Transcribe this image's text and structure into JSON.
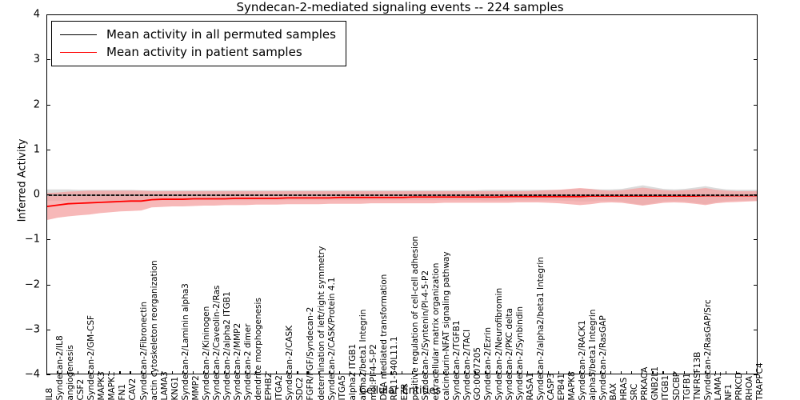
{
  "chart_data": {
    "type": "line",
    "title": "Syndecan-2-mediated signaling events -- 224 samples",
    "xlabel": "Cellular Entities",
    "ylabel": "Inferred Activity",
    "ylim": [
      -4,
      4
    ],
    "yticks": [
      "4",
      "3",
      "2",
      "1",
      "0",
      "-1",
      "-2",
      "-3",
      "-4"
    ],
    "grid": false,
    "legend_position": "upper left",
    "legend": [
      {
        "name": "Mean activity in all permuted samples",
        "color": "#000000"
      },
      {
        "name": "Mean activity in patient samples",
        "color": "#ff0000"
      }
    ],
    "band_colors": {
      "permuted": "#d9d9d9",
      "patient": "#f4a0a0"
    },
    "categories": [
      "IL8",
      "Syndecan-2/IL8",
      "angiogenesis",
      "CSF2",
      "Syndecan-2/GM-CSF",
      "MAPK3",
      "MAPK1",
      "FN1",
      "CAV2",
      "Syndecan-2/Fibronectin",
      "actin cytoskeleton reorganization",
      "LAMA3",
      "KNG1",
      "Syndecan-2/Laminin alpha3",
      "MMP2",
      "Syndecan-2/Kininogen",
      "Syndecan-2/Caveolin-2/Ras",
      "Syndecan-2/alpha2 ITGB1",
      "Syndecan-2/MMP2",
      "Syndecan-2 dimer",
      "dendrite morphogenesis",
      "EPHB2",
      "ITGA2",
      "Syndecan-2/CASK",
      "SDC2",
      "FGFR/FGF/Syndecan-2",
      "determination of left/right symmetry",
      "Syndecan-2/CASK/Protein 4.1",
      "ITGA5",
      "alpha2 ITGB1",
      "alpha2/beta1 Integrin",
      "mol:PI-4-5-P2",
      "DNA mediated transformation",
      "RP11-540L11.1",
      "EZR",
      "positive regulation of cell-cell adhesion",
      "Syndecan-2/Syntenin/PI-4-5-P2",
      "extracellular matrix organization",
      "calcineurin-NFAT signaling pathway",
      "Syndecan-2/TGFB1",
      "Syndecan-2/TACI",
      "GO:0007205",
      "Syndecan-2/Ezrin",
      "Syndecan-2/Neurofibromin",
      "Syndecan-2/PKC delta",
      "Syndecan-2/Synbindin",
      "RASA1",
      "Syndecan-2/alpha2/beta1 Integrin",
      "CASP3",
      "EPB41",
      "MAPK8",
      "Syndecan-2/RACK1",
      "alpha5/beta1 Integrin",
      "Syndecan-2/RasGAP",
      "BAX",
      "HRAS",
      "SRC",
      "PRKACA",
      "GNB2L1",
      "ITGB1",
      "SDCBP",
      "TGFB1",
      "TNFRSF13B",
      "Syndecan-2/RasGAP/Src",
      "LAMA1",
      "NF1",
      "PRKCD",
      "RHOA",
      "TRAPPC4"
    ],
    "series": [
      {
        "name": "Mean activity in all permuted samples",
        "color": "#000000",
        "values": [
          0.0,
          0.0,
          0.0,
          0.0,
          0.0,
          0.0,
          0.0,
          0.0,
          0.0,
          0.0,
          0.0,
          0.0,
          0.0,
          0.0,
          0.0,
          0.0,
          0.0,
          0.0,
          0.0,
          0.0,
          0.0,
          0.0,
          0.0,
          0.0,
          0.0,
          0.0,
          0.0,
          0.0,
          0.0,
          0.0,
          0.0,
          0.0,
          0.0,
          0.0,
          0.0,
          0.0,
          0.0,
          0.0,
          0.0,
          0.0,
          0.0,
          0.0,
          0.0,
          0.0,
          0.0,
          0.0,
          0.0,
          0.0,
          0.0,
          0.0,
          0.0,
          0.0,
          0.0,
          0.0,
          0.0,
          0.0,
          0.0,
          0.0,
          0.0,
          0.0,
          0.0,
          0.0,
          0.0,
          0.0,
          0.0,
          0.0,
          0.0,
          0.0,
          0.0
        ],
        "band_lower": [
          -0.13,
          -0.13,
          -0.13,
          -0.12,
          -0.12,
          -0.12,
          -0.12,
          -0.12,
          -0.12,
          -0.11,
          -0.11,
          -0.11,
          -0.11,
          -0.11,
          -0.11,
          -0.11,
          -0.11,
          -0.11,
          -0.11,
          -0.11,
          -0.11,
          -0.11,
          -0.11,
          -0.11,
          -0.11,
          -0.11,
          -0.11,
          -0.11,
          -0.11,
          -0.11,
          -0.11,
          -0.11,
          -0.11,
          -0.11,
          -0.11,
          -0.11,
          -0.11,
          -0.11,
          -0.11,
          -0.11,
          -0.11,
          -0.11,
          -0.12,
          -0.12,
          -0.12,
          -0.12,
          -0.12,
          -0.12,
          -0.12,
          -0.12,
          -0.13,
          -0.14,
          -0.14,
          -0.13,
          -0.13,
          -0.14,
          -0.18,
          -0.22,
          -0.18,
          -0.14,
          -0.13,
          -0.14,
          -0.17,
          -0.2,
          -0.16,
          -0.13,
          -0.12,
          -0.12,
          -0.12
        ],
        "band_upper": [
          0.13,
          0.13,
          0.13,
          0.12,
          0.12,
          0.12,
          0.12,
          0.12,
          0.12,
          0.11,
          0.11,
          0.11,
          0.11,
          0.11,
          0.11,
          0.11,
          0.11,
          0.11,
          0.11,
          0.11,
          0.11,
          0.11,
          0.11,
          0.11,
          0.11,
          0.11,
          0.11,
          0.11,
          0.11,
          0.11,
          0.11,
          0.11,
          0.11,
          0.11,
          0.11,
          0.11,
          0.11,
          0.11,
          0.11,
          0.11,
          0.11,
          0.11,
          0.12,
          0.12,
          0.12,
          0.12,
          0.12,
          0.12,
          0.12,
          0.12,
          0.13,
          0.14,
          0.14,
          0.13,
          0.13,
          0.14,
          0.18,
          0.22,
          0.18,
          0.14,
          0.13,
          0.14,
          0.17,
          0.2,
          0.16,
          0.13,
          0.12,
          0.12,
          0.12
        ]
      },
      {
        "name": "Mean activity in patient samples",
        "color": "#ff0000",
        "values": [
          -0.25,
          -0.22,
          -0.19,
          -0.18,
          -0.17,
          -0.16,
          -0.15,
          -0.14,
          -0.13,
          -0.13,
          -0.1,
          -0.09,
          -0.09,
          -0.09,
          -0.08,
          -0.08,
          -0.08,
          -0.08,
          -0.07,
          -0.07,
          -0.07,
          -0.07,
          -0.07,
          -0.06,
          -0.06,
          -0.06,
          -0.06,
          -0.06,
          -0.05,
          -0.05,
          -0.05,
          -0.05,
          -0.05,
          -0.05,
          -0.05,
          -0.04,
          -0.04,
          -0.04,
          -0.04,
          -0.04,
          -0.04,
          -0.04,
          -0.04,
          -0.04,
          -0.03,
          -0.03,
          -0.03,
          -0.03,
          -0.03,
          -0.03,
          -0.03,
          -0.03,
          -0.02,
          -0.02,
          -0.02,
          -0.02,
          -0.02,
          -0.02,
          -0.02,
          -0.02,
          -0.02,
          -0.02,
          -0.02,
          -0.01,
          -0.01,
          -0.01,
          -0.01,
          -0.01,
          -0.01
        ],
        "band_lower": [
          -0.55,
          -0.5,
          -0.47,
          -0.45,
          -0.43,
          -0.4,
          -0.38,
          -0.36,
          -0.35,
          -0.34,
          -0.27,
          -0.26,
          -0.25,
          -0.25,
          -0.24,
          -0.23,
          -0.23,
          -0.22,
          -0.22,
          -0.22,
          -0.21,
          -0.21,
          -0.21,
          -0.2,
          -0.2,
          -0.2,
          -0.2,
          -0.19,
          -0.19,
          -0.19,
          -0.19,
          -0.18,
          -0.18,
          -0.18,
          -0.18,
          -0.18,
          -0.18,
          -0.18,
          -0.17,
          -0.17,
          -0.17,
          -0.17,
          -0.17,
          -0.17,
          -0.17,
          -0.16,
          -0.16,
          -0.16,
          -0.17,
          -0.18,
          -0.2,
          -0.22,
          -0.2,
          -0.17,
          -0.16,
          -0.17,
          -0.2,
          -0.23,
          -0.2,
          -0.17,
          -0.16,
          -0.17,
          -0.19,
          -0.22,
          -0.18,
          -0.16,
          -0.15,
          -0.14,
          -0.13
        ],
        "band_upper": [
          0.05,
          0.06,
          0.08,
          0.09,
          0.1,
          0.1,
          0.1,
          0.1,
          0.1,
          0.1,
          0.09,
          0.09,
          0.09,
          0.09,
          0.09,
          0.09,
          0.09,
          0.09,
          0.09,
          0.09,
          0.09,
          0.09,
          0.09,
          0.09,
          0.09,
          0.09,
          0.09,
          0.09,
          0.09,
          0.09,
          0.09,
          0.09,
          0.09,
          0.09,
          0.09,
          0.09,
          0.09,
          0.09,
          0.09,
          0.09,
          0.09,
          0.09,
          0.09,
          0.09,
          0.09,
          0.09,
          0.09,
          0.1,
          0.11,
          0.12,
          0.14,
          0.16,
          0.14,
          0.11,
          0.1,
          0.11,
          0.14,
          0.17,
          0.14,
          0.11,
          0.1,
          0.11,
          0.13,
          0.16,
          0.12,
          0.1,
          0.09,
          0.09,
          0.09
        ]
      }
    ]
  }
}
